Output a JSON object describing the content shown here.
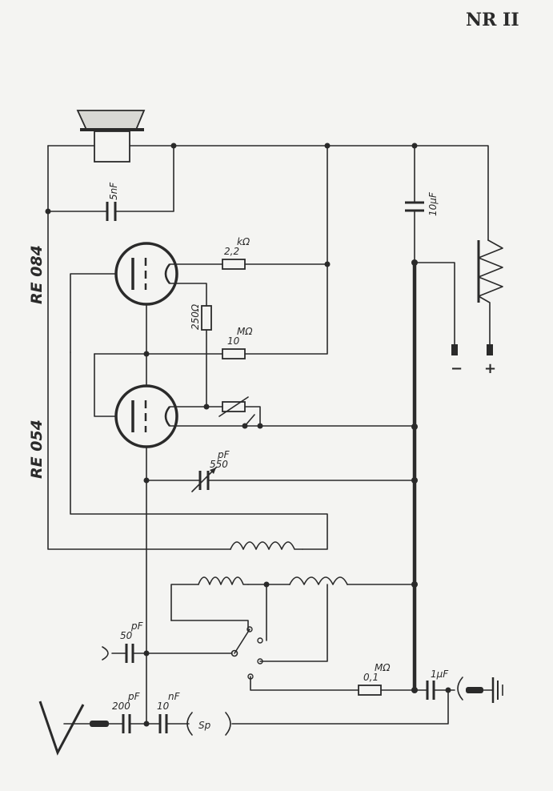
{
  "title": "NR II",
  "tubes": {
    "upper": "RE 084",
    "lower": "RE 054"
  },
  "components": {
    "c_speaker": "5nF",
    "c_filter": "10µF",
    "r_plate_value": "2,2",
    "r_plate_unit": "kΩ",
    "r_bias": "250Ω",
    "r_grid_value": "10",
    "r_grid_unit": "MΩ",
    "c_tune_value": "550",
    "c_tune_unit": "pF",
    "c_antenna_1_value": "50",
    "c_antenna_1_unit": "pF",
    "c_antenna_2_value": "200",
    "c_antenna_2_unit": "pF",
    "c_coupling_value": "10",
    "c_coupling_unit": "nF",
    "r_leak_value": "0,1",
    "r_leak_unit": "MΩ",
    "c_ground": "1µF",
    "sp_label": "Sp"
  },
  "battery": {
    "minus": "−",
    "plus": "+"
  }
}
